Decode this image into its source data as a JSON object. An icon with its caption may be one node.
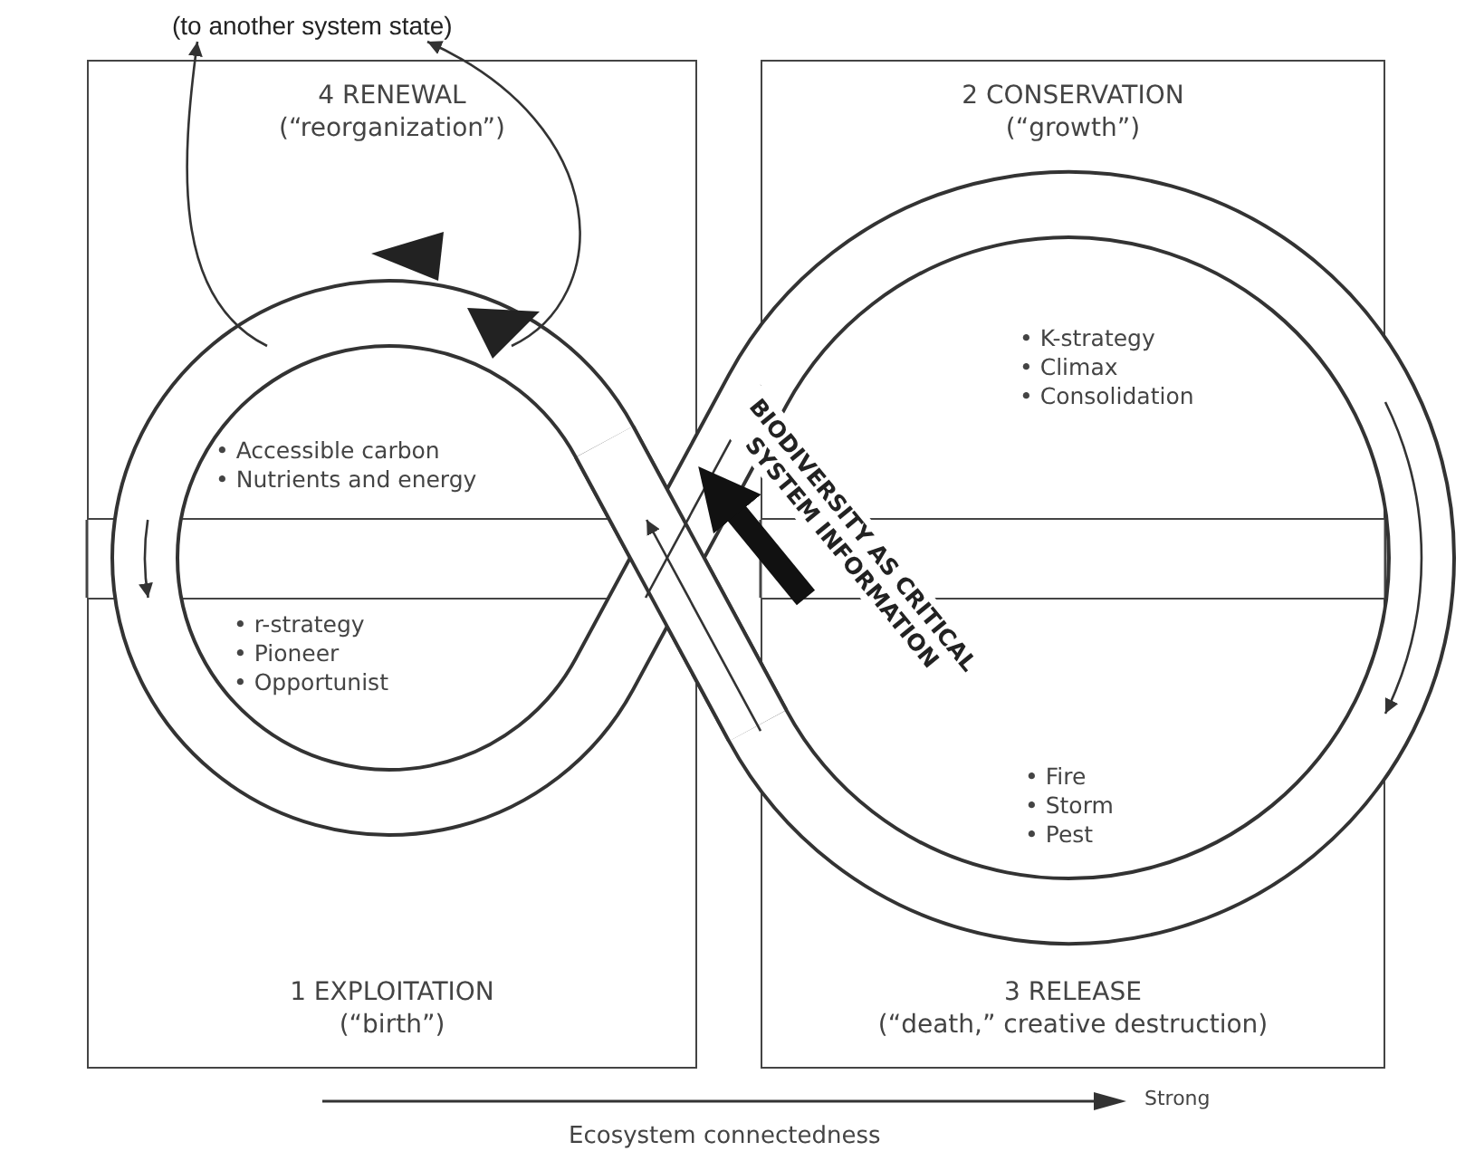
{
  "diagram": {
    "nodes": [
      {
        "text": [
          "(to another system state)"
        ]
      },
      {
        "text": [
          "4 RENEWAL",
          "(“reorganization”)",
          "• Accessible carbon",
          "• Nutrients and energy"
        ]
      },
      {
        "text": [
          "2 CONSERVATION",
          "(“growth”)",
          "• K-strategy",
          "• Climax",
          "• Consolidation"
        ]
      },
      {
        "text": [
          "1 EXPLOITATION",
          "(“birth”)",
          "• r-strategy",
          "• Pioneer",
          "• Opportunist"
        ]
      },
      {
        "text": [
          "3 RELEASE",
          "(“death,” creative destruction)",
          "• Fire",
          "• Storm",
          "• Pest"
        ]
      }
    ],
    "edges": [
      {
        "from": 3,
        "to": 2,
        "arrow": "to"
      },
      {
        "from": 2,
        "to": 4,
        "arrow": "to"
      },
      {
        "from": 4,
        "to": 1,
        "arrow": "to"
      },
      {
        "from": 1,
        "to": 3,
        "arrow": "to"
      },
      {
        "from": 4,
        "to": 1,
        "arrow": "to",
        "style": "thick",
        "label": "BIODIVERSITY AS CRITICAL SYSTEM INFORMATION"
      },
      {
        "from": 1,
        "to": 0,
        "arrow": "to"
      },
      {
        "from": 1,
        "to": 0,
        "arrow": "to"
      }
    ],
    "labels": [
      "Strong",
      "Ecosystem connectedness"
    ]
  }
}
